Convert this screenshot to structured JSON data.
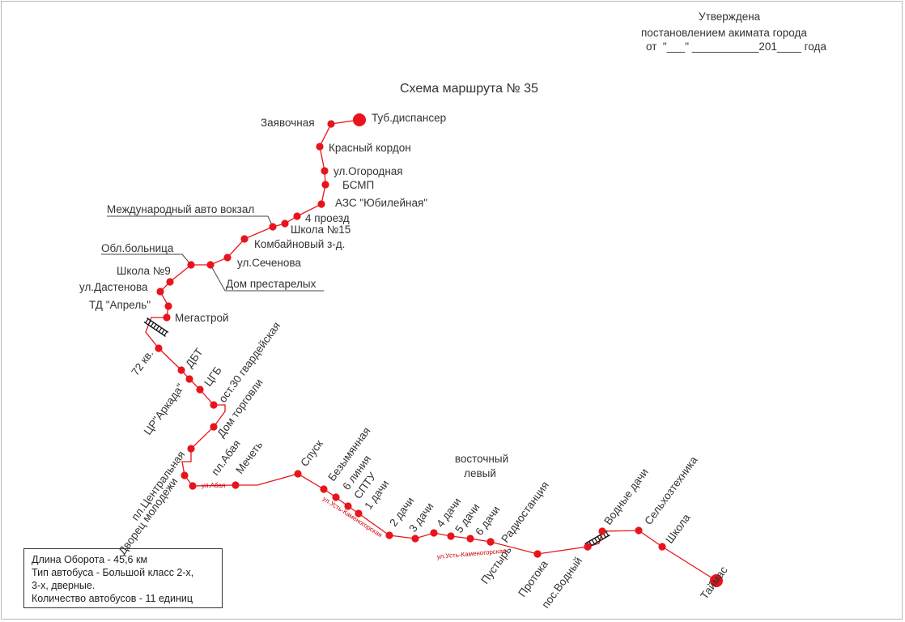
{
  "approval": {
    "line1": "Утверждена",
    "line2": "постановлением акимата города",
    "line3": "от  \"___\" ___________201____ года"
  },
  "title": "Схема маршрута № 35",
  "info": {
    "line1": "Длина Оборота - 45,6 км",
    "line2": "Тип автобуса - Большой класс 2-х,",
    "line3": "3-х, дверные.",
    "line4": "Количество автобусов - 11 единиц"
  },
  "colors": {
    "route": "#e8141c",
    "text": "#333333",
    "street": "#cc0000"
  },
  "icons": {
    "terminal": "large-red-circle",
    "stop": "small-red-circle",
    "railway": "railway-crossing-icon"
  },
  "stops": [
    {
      "id": "tub",
      "label": "Туб.диспансер",
      "terminal": true
    },
    {
      "id": "zayav",
      "label": "Заявочная"
    },
    {
      "id": "krasny",
      "label": "Красный кордон"
    },
    {
      "id": "ogorod",
      "label": "ул.Огородная"
    },
    {
      "id": "bsmp",
      "label": "БСМП"
    },
    {
      "id": "azs",
      "label": "АЗС \"Юбилейная\""
    },
    {
      "id": "4pr",
      "label": "4 проезд"
    },
    {
      "id": "sh15",
      "label": "Школа №15"
    },
    {
      "id": "mav",
      "label": "Международный авто вокзал"
    },
    {
      "id": "komb",
      "label": "Комбайновый з-д."
    },
    {
      "id": "sech",
      "label": "ул.Сеченова"
    },
    {
      "id": "dom",
      "label": "Дом престарелых"
    },
    {
      "id": "obl",
      "label": "Обл.больница"
    },
    {
      "id": "sh9",
      "label": "Школа №9"
    },
    {
      "id": "dast",
      "label": "ул.Дастенова"
    },
    {
      "id": "td",
      "label": "ТД \"Апрель\""
    },
    {
      "id": "mega",
      "label": "Мегастрой"
    },
    {
      "id": "72",
      "label": "72 кв."
    },
    {
      "id": "dbt",
      "label": "ДБТ"
    },
    {
      "id": "arkada",
      "label": "ЦР\"Аркада\""
    },
    {
      "id": "cgb",
      "label": "ЦГБ"
    },
    {
      "id": "ost30",
      "label": "ост.30 гвардейская"
    },
    {
      "id": "domtorg",
      "label": "Дом торговли"
    },
    {
      "id": "plc",
      "label": "пл.Центральная"
    },
    {
      "id": "dvor",
      "label": "Дворец молодежи"
    },
    {
      "id": "abay",
      "label": "пл.Абая"
    },
    {
      "id": "mech",
      "label": "Мечеть"
    },
    {
      "id": "spusk",
      "label": "Спуск"
    },
    {
      "id": "bez",
      "label": "Безымянная"
    },
    {
      "id": "6lin",
      "label": "6 линия"
    },
    {
      "id": "sptu",
      "label": "СПТУ"
    },
    {
      "id": "1d",
      "label": "1 дачи"
    },
    {
      "id": "2d",
      "label": "2 дачи"
    },
    {
      "id": "3d",
      "label": "3 дачи"
    },
    {
      "id": "4d",
      "label": "4 дачи"
    },
    {
      "id": "5d",
      "label": "5 дачи"
    },
    {
      "id": "6d",
      "label": "6 дачи"
    },
    {
      "id": "pust",
      "label": "Пустырь"
    },
    {
      "id": "radio",
      "label": "Радиостанция"
    },
    {
      "id": "prot",
      "label": "Протока"
    },
    {
      "id": "posv",
      "label": "пос.Водный"
    },
    {
      "id": "vodd",
      "label": "Водные дачи"
    },
    {
      "id": "selh",
      "label": "Сельхозтехника"
    },
    {
      "id": "shk",
      "label": "Школа"
    },
    {
      "id": "taim",
      "label": "Таймас",
      "terminal": true
    }
  ],
  "streets": [
    {
      "id": "abaya",
      "label": "ул.Абая"
    },
    {
      "id": "ustkam1",
      "label": "ул.Усть-Каменогорская"
    },
    {
      "id": "ustkam2",
      "label": "ул.Усть-Каменогорская"
    }
  ],
  "area_label": {
    "line1": "восточный",
    "line2": "левый"
  }
}
